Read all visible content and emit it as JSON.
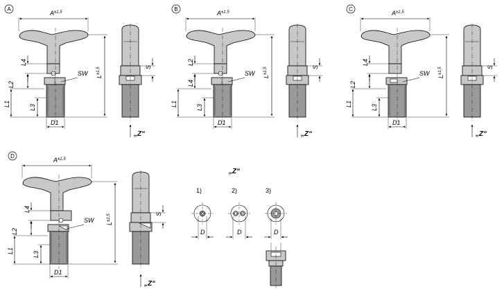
{
  "variants": [
    {
      "marker": "A",
      "labels": {
        "A": "A",
        "tol": "±1,5",
        "L": "L",
        "L1": "L1",
        "L2": "L2",
        "L3": "L3",
        "L4": "L4",
        "SW": "SW",
        "D1": "D1",
        "S": "S",
        "view": "„Z“"
      }
    },
    {
      "marker": "B",
      "labels": {
        "A": "A",
        "tol": "±1,5",
        "L": "L",
        "L1": "L1",
        "L2": "L2",
        "L3": "L3",
        "L4": "L4",
        "SW": "SW",
        "D1": "D1",
        "S": "S",
        "view": "„Z“"
      }
    },
    {
      "marker": "C",
      "labels": {
        "A": "A",
        "tol": "±1,5",
        "L": "L",
        "L1": "L1",
        "L2": "L2",
        "L3": "L3",
        "L4": "L4",
        "SW": "SW",
        "D1": "D1",
        "S": "S",
        "view": "„Z“"
      }
    },
    {
      "marker": "D",
      "labels": {
        "A": "A",
        "tol": "±1,5",
        "L": "L",
        "L1": "L1",
        "L2": "L2",
        "L3": "L3",
        "L4": "L4",
        "SW": "SW",
        "D1": "D1",
        "S": "S",
        "view": "„Z“"
      }
    }
  ],
  "z_view": {
    "title": "„Z“",
    "options": [
      {
        "number": "1)",
        "dim": "D"
      },
      {
        "number": "2)",
        "dim": "D"
      },
      {
        "number": "3)",
        "dim": "D"
      }
    ]
  }
}
